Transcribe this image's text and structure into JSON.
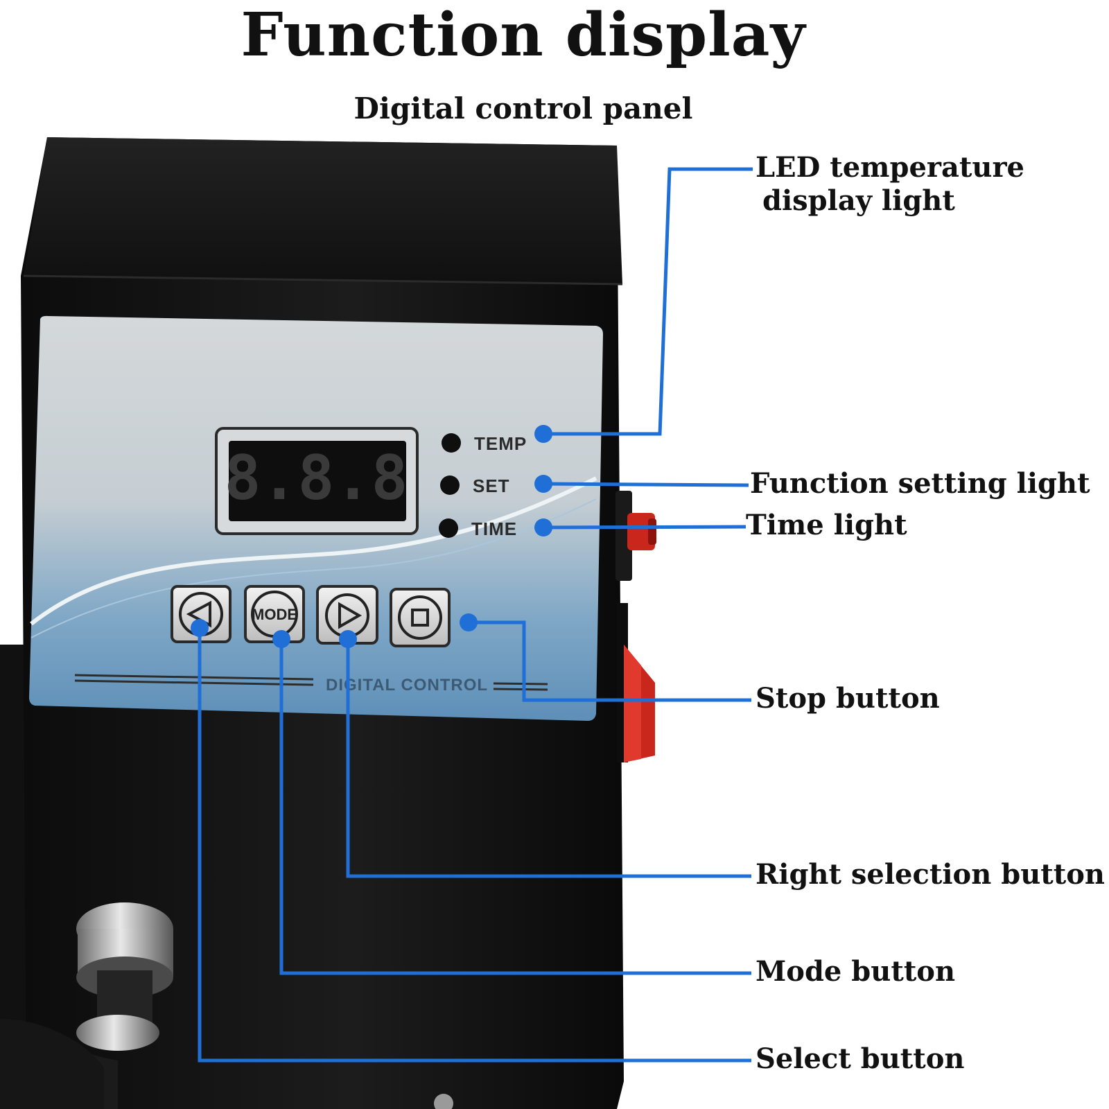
{
  "title": "Function display",
  "subtitle": "Digital control panel",
  "callouts": {
    "led_temperature": [
      "LED temperature",
      "display light"
    ],
    "function_setting": "Function setting light",
    "time_light": "Time light",
    "stop_button": "Stop button",
    "right_selection": "Right selection button",
    "mode_button": "Mode button",
    "select_button": "Select button"
  },
  "panel": {
    "indicator_temp": "TEMP",
    "indicator_set": "SET",
    "indicator_time": "TIME",
    "mode_label": "MODE",
    "brand": "DIGITAL CONTROL",
    "display_value": "8.8.8"
  },
  "colors": {
    "leader": "#1f6fd6",
    "device_body": "#141414",
    "knob_red": "#c9261c"
  },
  "icons": [
    "left-arrow-icon",
    "right-arrow-icon",
    "stop-square-icon"
  ]
}
